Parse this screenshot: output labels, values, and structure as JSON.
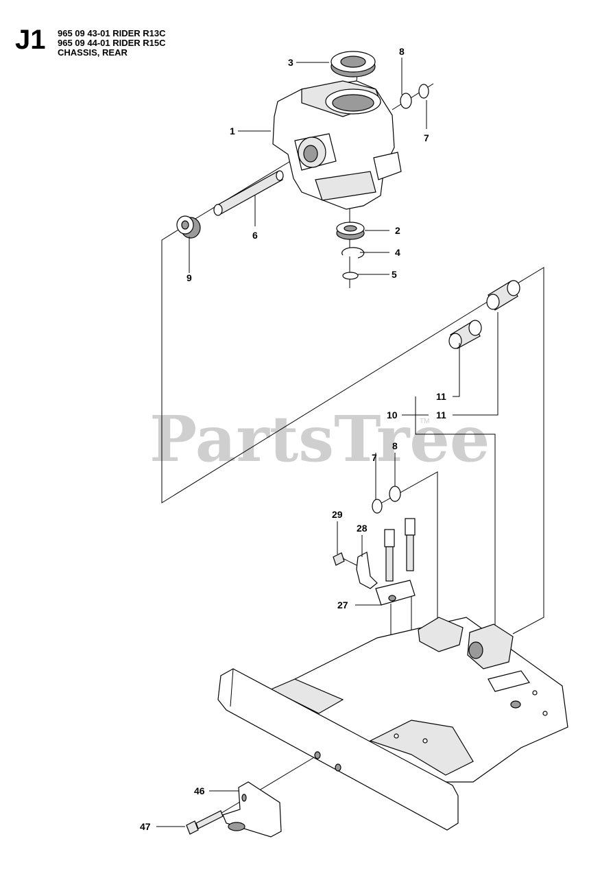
{
  "header": {
    "section_code": "J1",
    "lines": [
      "965 09 43-01 RIDER R13C",
      "965 09 44-01 RIDER R15C",
      "CHASSIS, REAR"
    ]
  },
  "watermark": {
    "text": "PartsTree",
    "tm": "TM"
  },
  "callouts": {
    "c1": "1",
    "c2": "2",
    "c3": "3",
    "c4": "4",
    "c5": "5",
    "c6": "6",
    "c7a": "7",
    "c7b": "7",
    "c8a": "8",
    "c8b": "8",
    "c9": "9",
    "c10": "10",
    "c11a": "11",
    "c11b": "11",
    "c27": "27",
    "c28": "28",
    "c29": "29",
    "c46": "46",
    "c47": "47"
  }
}
